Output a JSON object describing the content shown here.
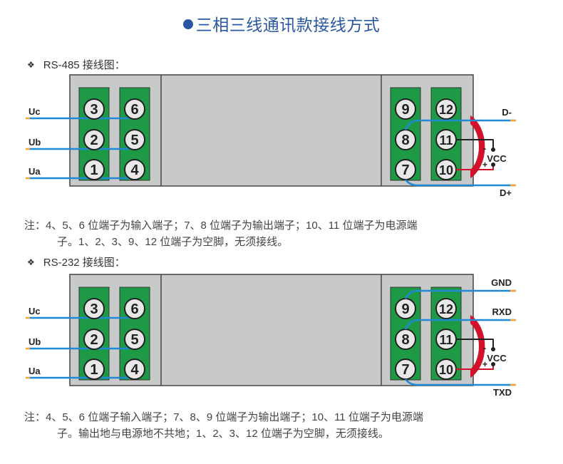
{
  "title": "三相三线通讯款接线方式",
  "colors": {
    "title_blue": "#2a57a4",
    "housing_gray": "#c8c9c9",
    "terminal_green": "#1e9a46",
    "wire_blue": "#1e8ad6",
    "wire_black": "#222222",
    "wire_red": "#d4112a",
    "wire_tip_orange": "#f4a53a"
  },
  "diagrams": [
    {
      "heading": "RS-485 接线图：",
      "left_inputs": [
        "Uc",
        "Ub",
        "Ua"
      ],
      "left_terminals": {
        "col1": [
          "3",
          "2",
          "1"
        ],
        "col2": [
          "6",
          "5",
          "4"
        ]
      },
      "right_terminals": {
        "col1": [
          "9",
          "8",
          "7"
        ],
        "col2": [
          "12",
          "11",
          "10"
        ]
      },
      "outputs": {
        "top": "D-",
        "bottom": "D+",
        "extra": ""
      },
      "power": {
        "label": "VCC",
        "minus": "-",
        "plus": "+"
      },
      "note_line1": "注：4、5、6 位端子为输入端子；7、8 位端子为输出端子；10、11 位端子为电源端",
      "note_line2": "子。1、2、3、9、12 位端子为空脚，无须接线。"
    },
    {
      "heading": "RS-232 接线图：",
      "left_inputs": [
        "Uc",
        "Ub",
        "Ua"
      ],
      "left_terminals": {
        "col1": [
          "3",
          "2",
          "1"
        ],
        "col2": [
          "6",
          "5",
          "4"
        ]
      },
      "right_terminals": {
        "col1": [
          "9",
          "8",
          "7"
        ],
        "col2": [
          "12",
          "11",
          "10"
        ]
      },
      "outputs": {
        "top": "RXD",
        "bottom": "TXD",
        "extra": "GND"
      },
      "power": {
        "label": "VCC",
        "minus": "-",
        "plus": "+"
      },
      "note_line1": "注：4、5、6 位端子输入端子；7、8、9 位端子为输出端子；10、11 位端子为电源端",
      "note_line2": "子。输出地与电源地不共地；1、2、3、12 位端子为空脚，无须接线。"
    }
  ]
}
